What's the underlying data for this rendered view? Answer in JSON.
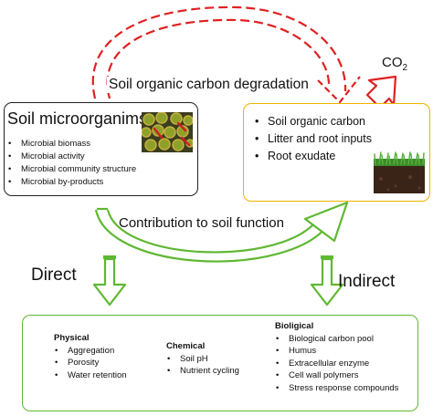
{
  "colors": {
    "dashed_arrow": "#e02020",
    "green": "#5fb832",
    "left_box_border": "#222222",
    "right_box_border": "#f0b400",
    "bottom_box_border": "#5fb832"
  },
  "top_arrow_label": "Soil organic carbon degradation",
  "co2": {
    "main": "CO",
    "sub": "2"
  },
  "micro_box": {
    "title": "Soil microorganims",
    "items": [
      "Microbial biomass",
      "Microbial activity",
      "Microbial community structure",
      "Microbial by-products"
    ]
  },
  "carbon_box": {
    "items": [
      "Soil organic carbon",
      "Litter and root inputs",
      "Root exudate"
    ]
  },
  "middle_label": "Contribution to soil function",
  "direct_label": "Direct",
  "indirect_label": "Indirect",
  "function_box": {
    "physical": {
      "title": "Physical",
      "items": [
        "Aggregation",
        "Porosity",
        "Water retention"
      ]
    },
    "chemical": {
      "title": "Chemical",
      "items": [
        "Soil pH",
        "Nutrient cycling"
      ]
    },
    "biological": {
      "title": "Bioligical",
      "items": [
        "Biological carbon pool",
        "Humus",
        "Extracellular enzyme",
        "Cell wall polymers",
        "Stress response compounds"
      ]
    }
  }
}
